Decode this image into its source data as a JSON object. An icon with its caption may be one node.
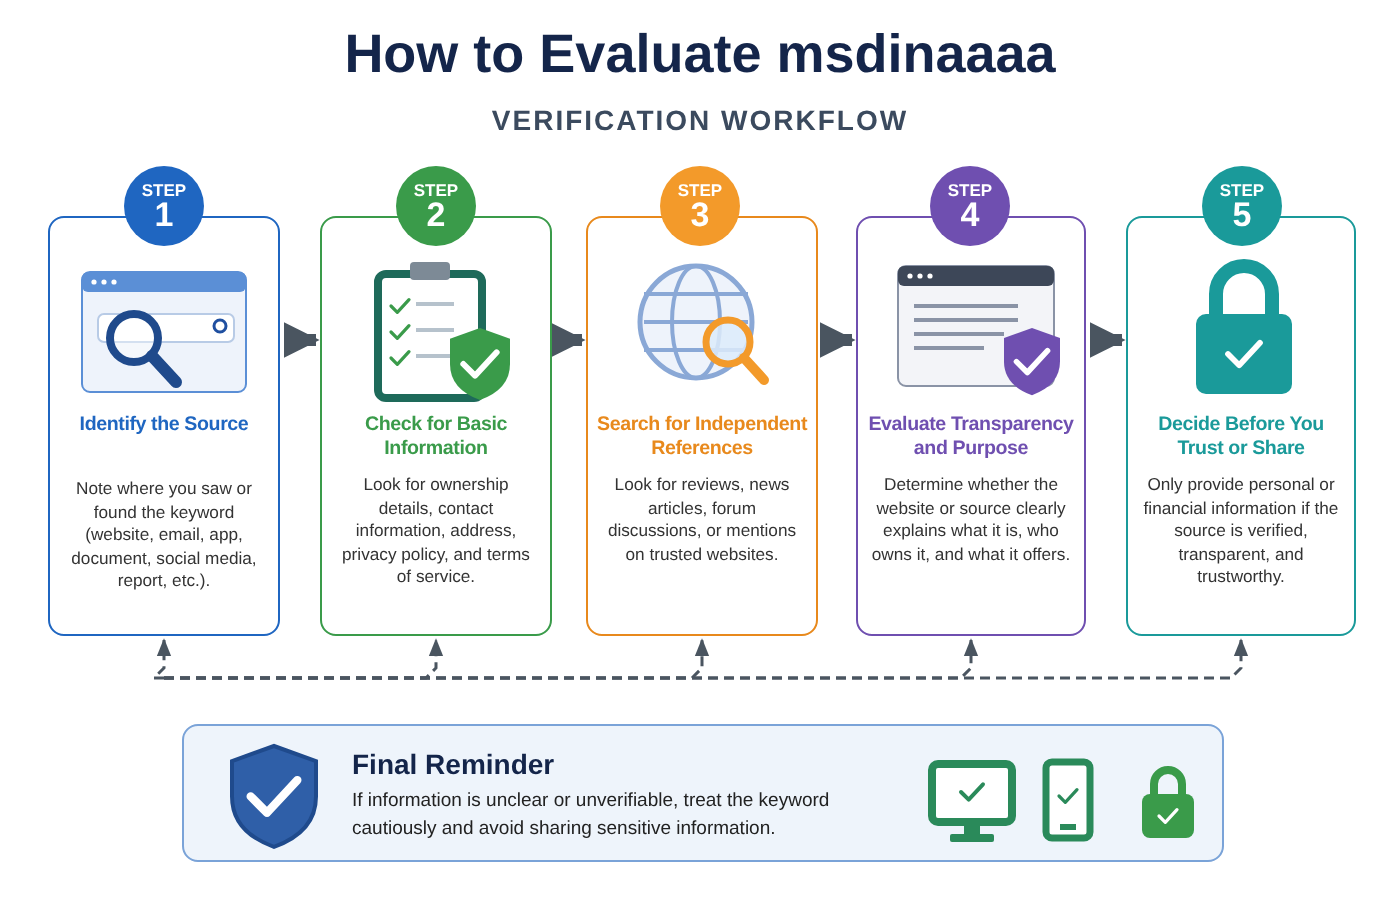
{
  "diagram": {
    "title": "How to Evaluate msdinaaaa",
    "nodes": [
      {
        "text": [
          "STEP",
          "1"
        ]
      },
      {
        "text": [
          "Identify the Source",
          "Note where you saw or found the keyword (website, email, app, document, social media, report, etc.)."
        ]
      },
      {
        "text": [
          "STEP",
          "2"
        ]
      },
      {
        "text": [
          "Check for Basic Information",
          "Look for ownership details, contact information, address, privacy policy, and terms of service."
        ]
      },
      {
        "text": [
          "STEP",
          "3"
        ]
      },
      {
        "text": [
          "Search for Independent References",
          "Look for reviews, news articles, forum discussions, or mentions on trusted websites."
        ]
      },
      {
        "text": [
          "STEP",
          "4"
        ]
      },
      {
        "text": [
          "Evaluate Transparency and Purpose",
          "Determine whether the website or source clearly explains what it is, who owns it, and what it offers."
        ]
      },
      {
        "text": [
          "STEP",
          "5"
        ]
      },
      {
        "text": [
          "Decide Before You Trust or Share",
          "Only provide personal or financial information if the source is verified, transparent, and trustworthy."
        ]
      },
      {
        "text": [
          "Final Reminder",
          "If information is unclear or unverifiable, treat the keyword cautiously and avoid sharing sensitive information."
        ]
      }
    ],
    "edges": [
      {
        "from": 1,
        "to": 3,
        "arrow": "to",
        "style": "thick"
      },
      {
        "from": 3,
        "to": 5,
        "arrow": "to",
        "style": "thick"
      },
      {
        "from": 5,
        "to": 7,
        "arrow": "to",
        "style": "thick"
      },
      {
        "from": 7,
        "to": 9,
        "arrow": "to",
        "style": "thick"
      },
      {
        "from": null,
        "to": 1,
        "arrow": "to",
        "style": "dashed"
      },
      {
        "from": null,
        "to": 3,
        "arrow": "to",
        "style": "dashed"
      },
      {
        "from": null,
        "to": 5,
        "arrow": "to",
        "style": "dashed"
      },
      {
        "from": null,
        "to": 7,
        "arrow": "to",
        "style": "dashed"
      },
      {
        "from": null,
        "to": 9,
        "arrow": "to",
        "style": "dashed"
      }
    ],
    "labels": [
      "VERIFICATION WORKFLOW"
    ]
  }
}
